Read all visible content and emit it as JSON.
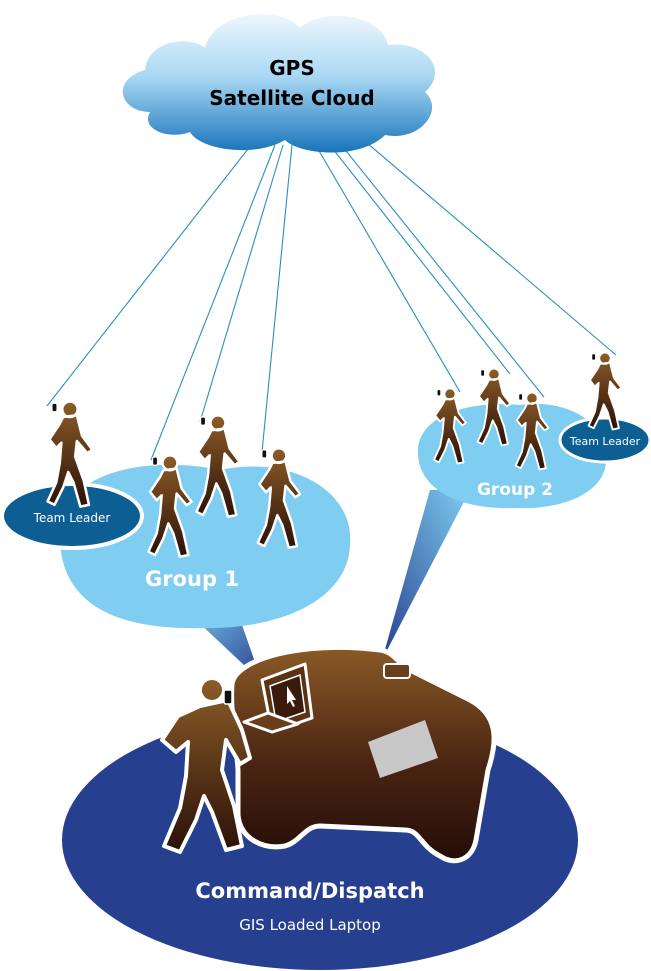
{
  "cloud": {
    "line1": "GPS",
    "line2": "Satellite Cloud"
  },
  "group1": {
    "label": "Group 1",
    "leader_label": "Team Leader",
    "color": "#7fcdf0",
    "leader_color": "#0c5e93"
  },
  "group2": {
    "label": "Group 2",
    "leader_label": "Team Leader",
    "color": "#7fcdf0",
    "leader_color": "#0c5e93"
  },
  "command": {
    "title": "Command/Dispatch",
    "subtitle": "GIS Loaded Laptop",
    "color": "#263f8e"
  },
  "colors": {
    "link": "#2a8ec6",
    "person_top": "#8a5a26",
    "person_bottom": "#2a1208",
    "cloud_top": "#e8f4fc",
    "cloud_bottom": "#1c7fc4"
  }
}
